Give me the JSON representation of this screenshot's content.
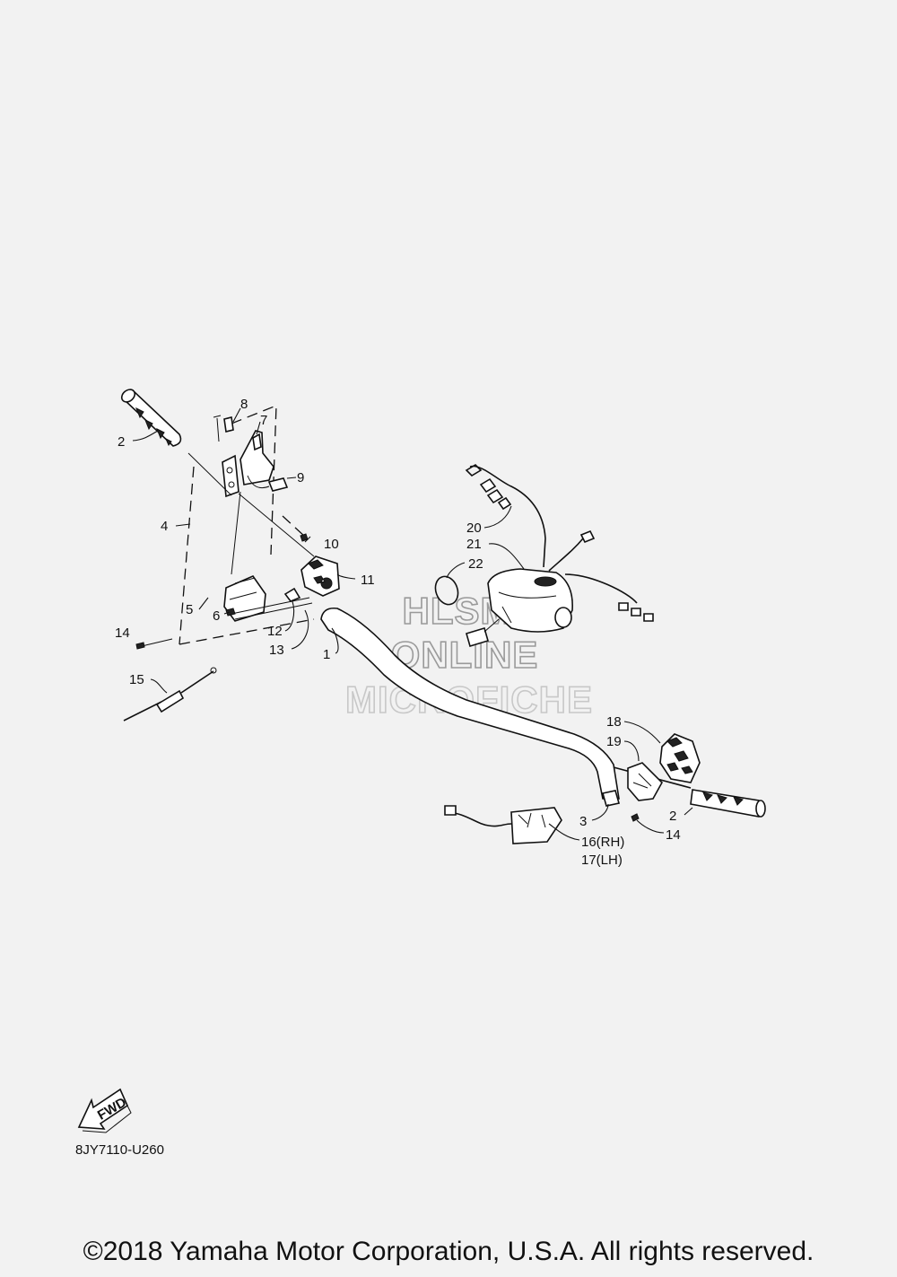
{
  "diagram_code": "8JY7110-U260",
  "fwd_label": "FWD",
  "watermark": {
    "line1": "HLSM",
    "line2": "ONLINE",
    "line3": "MICROFICHE"
  },
  "callouts": {
    "c1": "1",
    "c2a": "2",
    "c2b": "2",
    "c3": "3",
    "c4": "4",
    "c5": "5",
    "c6": "6",
    "c7": "7",
    "c8": "8",
    "c9": "9",
    "c10": "10",
    "c11": "11",
    "c12": "12",
    "c13": "13",
    "c14a": "14",
    "c14b": "14",
    "c15": "15",
    "c16": "16(RH)",
    "c17": "17(LH)",
    "c18": "18",
    "c19": "19",
    "c20": "20",
    "c21": "21",
    "c22": "22"
  },
  "copyright": "©2018 Yamaha Motor Corporation, U.S.A. All rights reserved."
}
